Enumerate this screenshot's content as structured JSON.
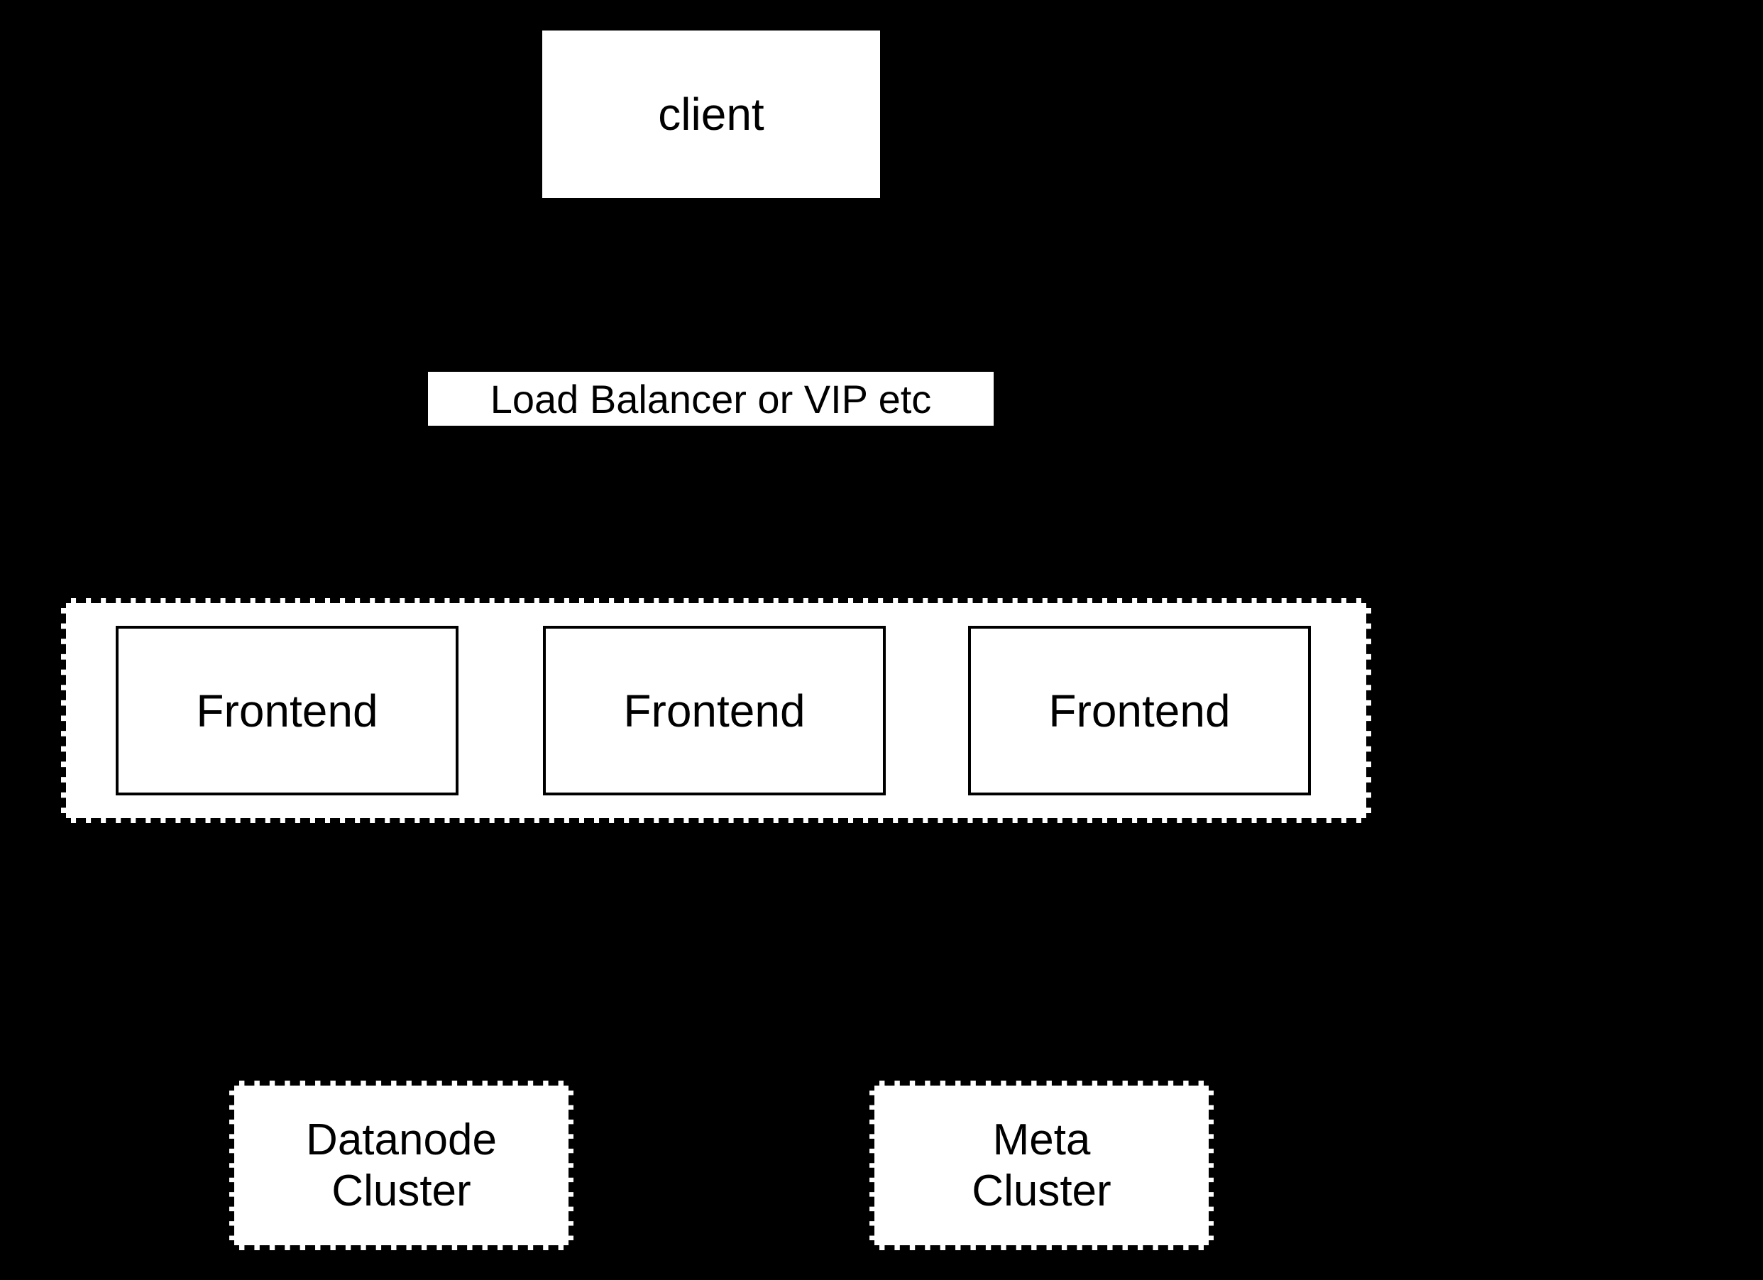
{
  "diagram": {
    "background_color": "#000000",
    "node_fill_color": "#ffffff",
    "node_text_color": "#000000",
    "client": {
      "label": "client"
    },
    "load_balancer": {
      "label": "Load Balancer or VIP etc"
    },
    "frontend_group": {
      "nodes": [
        {
          "label": "Frontend"
        },
        {
          "label": "Frontend"
        },
        {
          "label": "Frontend"
        }
      ]
    },
    "clusters": [
      {
        "line1": "Datanode",
        "line2": "Cluster"
      },
      {
        "line1": "Meta",
        "line2": "Cluster"
      }
    ]
  }
}
